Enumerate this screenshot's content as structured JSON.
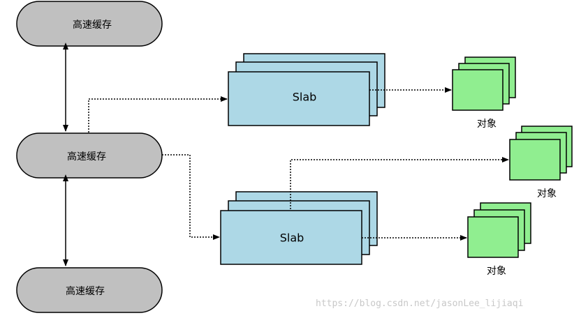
{
  "cache": {
    "top_label": "高速缓存",
    "middle_label": "高速缓存",
    "bottom_label": "高速缓存"
  },
  "slabs": {
    "upper_label": "Slab",
    "lower_label": "Slab"
  },
  "objects": {
    "top_label": "对象",
    "middle_label": "对象",
    "bottom_label": "对象"
  },
  "colors": {
    "cache_fill": "#c0c0c0",
    "slab_fill": "#add8e6",
    "object_fill": "#90ee90",
    "stroke": "#000000",
    "watermark": "#c8c8c8"
  },
  "watermark": "https://blog.csdn.net/jasonLee_lijiaqi"
}
